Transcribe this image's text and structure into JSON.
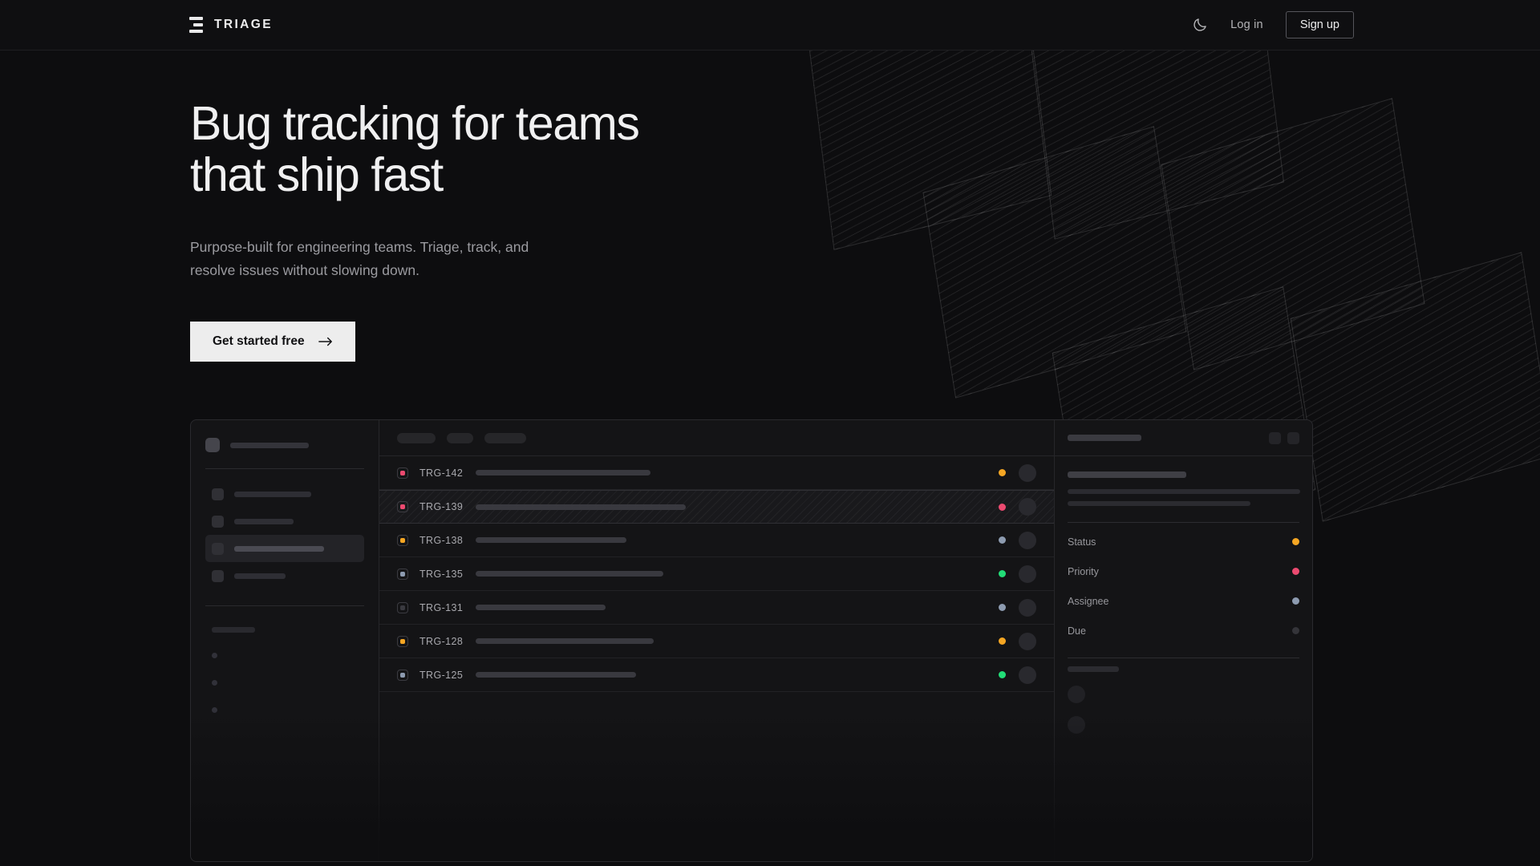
{
  "navbar": {
    "brand": "TRIAGE",
    "theme_toggle_icon": "moon-icon",
    "login_label": "Log in",
    "signup_label": "Sign up"
  },
  "hero": {
    "headline": "Bug tracking for teams\nthat ship fast",
    "subhead": "Purpose-built for engineering teams. Triage, track, and\nresolve issues without slowing down.",
    "cta_label": "Get started free",
    "cta_icon": "arrow-right-icon"
  },
  "colors": {
    "page_bg": "#0d0d0f",
    "panel_bg": "#141416",
    "border": "#2a2a2e",
    "text_primary": "#f0f0f1",
    "text_muted": "#9b9ba0",
    "accent_amber": "#f5a623",
    "accent_pink": "#ec4a70",
    "accent_green": "#22dd77",
    "accent_slate": "#8d9bb0",
    "accent_dim": "#3a3a40",
    "cta_bg": "#ededed"
  },
  "app_mock": {
    "sidebar": {
      "workspace_placeholder_width": 98,
      "nav_items": [
        {
          "name": "nav-item-1",
          "width": 96,
          "active": false
        },
        {
          "name": "nav-item-2",
          "width": 74,
          "active": false
        },
        {
          "name": "nav-item-3",
          "width": 112,
          "active": true
        },
        {
          "name": "nav-item-4",
          "width": 64,
          "active": false
        }
      ],
      "section_label_width": 54,
      "sub_items": [
        {
          "name": "sub-item-1"
        },
        {
          "name": "sub-item-2"
        },
        {
          "name": "sub-item-3"
        }
      ]
    },
    "list": {
      "filter_chips": [
        {
          "name": "filter-chip-1",
          "width": 48
        },
        {
          "name": "filter-chip-2",
          "width": 33
        },
        {
          "name": "filter-chip-3",
          "width": 52
        }
      ],
      "rows": [
        {
          "id": "TRG-142",
          "priority_color": "#ec4a70",
          "status_color": "#f5a623",
          "title_width": 218,
          "selected": false
        },
        {
          "id": "TRG-139",
          "priority_color": "#ec4a70",
          "status_color": "#ec4a70",
          "title_width": 262,
          "selected": true
        },
        {
          "id": "TRG-138",
          "priority_color": "#f5a623",
          "status_color": "#8d9bb0",
          "title_width": 188,
          "selected": false
        },
        {
          "id": "TRG-135",
          "priority_color": "#8d9bb0",
          "status_color": "#22dd77",
          "title_width": 234,
          "selected": false
        },
        {
          "id": "TRG-131",
          "priority_color": "#3a3a40",
          "status_color": "#8d9bb0",
          "title_width": 162,
          "selected": false
        },
        {
          "id": "TRG-128",
          "priority_color": "#f5a623",
          "status_color": "#f5a623",
          "title_width": 222,
          "selected": false
        },
        {
          "id": "TRG-125",
          "priority_color": "#8d9bb0",
          "status_color": "#22dd77",
          "title_width": 200,
          "selected": false
        }
      ]
    },
    "detail": {
      "title_placeholder_width": 92,
      "header_buttons": [
        {
          "name": "detail-action-1"
        },
        {
          "name": "detail-action-2"
        }
      ],
      "heading_width": 148,
      "body_lines": [
        290,
        228
      ],
      "meta": [
        {
          "label": "Status",
          "dot_color": "#f5a623"
        },
        {
          "label": "Priority",
          "dot_color": "#ec4a70"
        },
        {
          "label": "Assignee",
          "dot_color": "#8d9bb0"
        },
        {
          "label": "Due",
          "dot_color": "#343439"
        }
      ],
      "activity_label_width": 64,
      "activity_avatars": [
        {
          "name": "activity-avatar-1"
        },
        {
          "name": "activity-avatar-2"
        }
      ]
    }
  }
}
